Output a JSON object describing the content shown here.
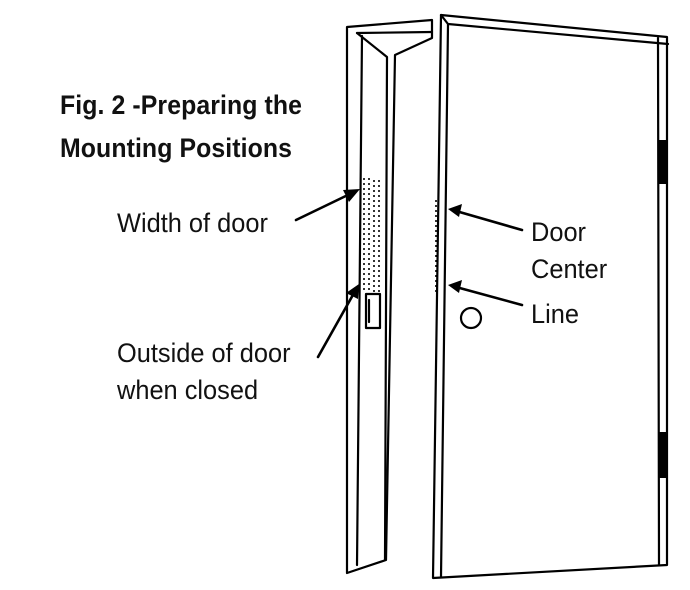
{
  "figure": {
    "title_lines": [
      "Fig. 2 -Preparing the",
      "Mounting Positions"
    ]
  },
  "callouts": {
    "width_of_door": "Width of door",
    "outside_of_door": [
      "Outside of door",
      "when closed"
    ],
    "door_center_line": [
      "Door",
      "Center",
      "Line"
    ]
  },
  "colors": {
    "line": "#000000",
    "background": "#ffffff"
  }
}
